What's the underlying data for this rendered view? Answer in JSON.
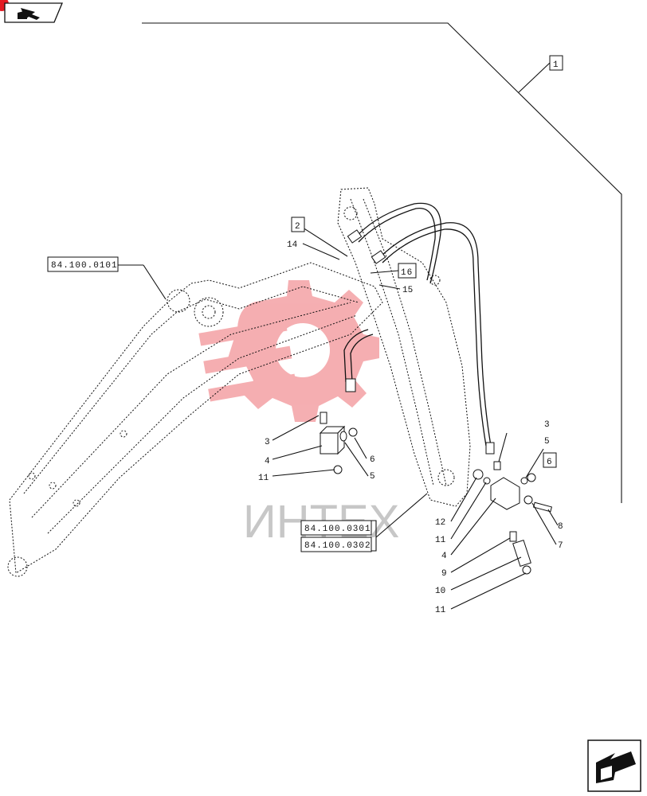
{
  "header": {
    "nav_icon": "parts-catalog-arrow-icon",
    "corner_badge_color": "#e31b23"
  },
  "watermark": {
    "text": "ИНТЕХ",
    "logo": "gear-logo",
    "color": "#e31b23"
  },
  "reference_boxes": {
    "r1": "1",
    "r2": "2",
    "r16": "16",
    "r6": "6",
    "boom": "84.100.0101",
    "arm1": "84.100.0301",
    "arm2": "84.100.0302"
  },
  "callouts": {
    "c14": "14",
    "c15": "15",
    "c3a": "3",
    "c4a": "4",
    "c11a": "11",
    "c6a": "6",
    "c5a": "5",
    "c3b": "3",
    "c5b": "5",
    "c12": "12",
    "c11b": "11",
    "c4b": "4",
    "c9": "9",
    "c10": "10",
    "c11c": "11",
    "c8": "8",
    "c7": "7"
  },
  "footer": {
    "next_icon": "next-page-arrow-icon"
  }
}
